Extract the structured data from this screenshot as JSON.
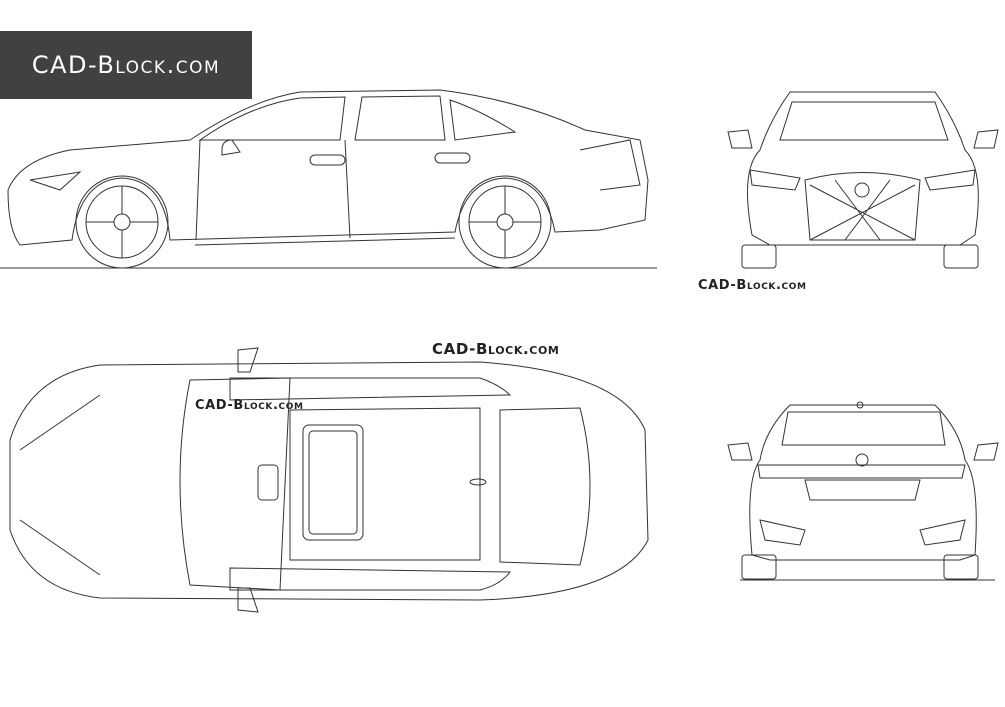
{
  "logo": {
    "text": "CAD-Block.com"
  },
  "watermarks": [
    "CAD-Block.com",
    "CAD-Block.com",
    "CAD-Block.com"
  ],
  "views": [
    "side-view",
    "front-view",
    "top-view",
    "rear-view"
  ]
}
